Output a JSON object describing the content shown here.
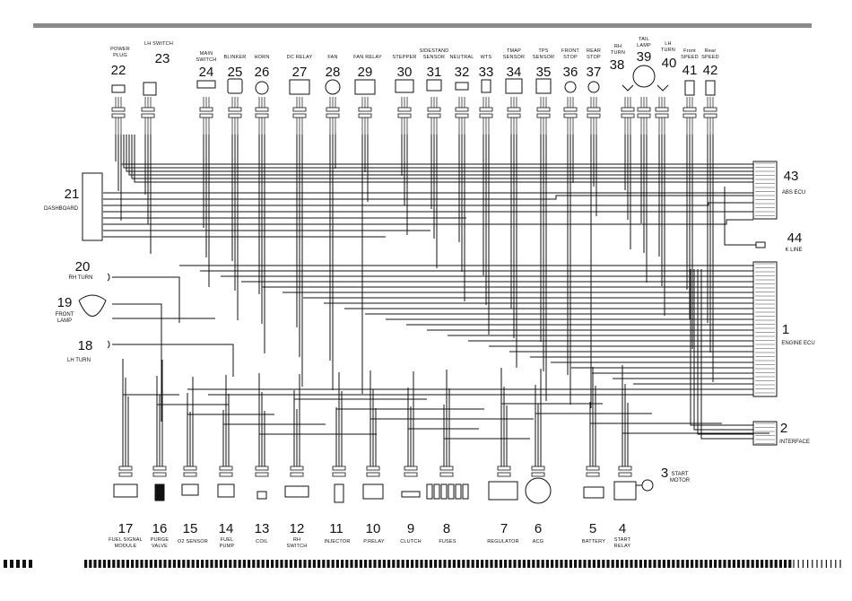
{
  "top_components": [
    {
      "num": "22",
      "label": [
        "POWER",
        "PLUG"
      ]
    },
    {
      "num": "23",
      "label": [
        "LH SWITCH"
      ]
    },
    {
      "num": "24",
      "label": [
        "MAIN",
        "SWITCH"
      ]
    },
    {
      "num": "25",
      "label": [
        "BLINKER"
      ]
    },
    {
      "num": "26",
      "label": [
        "HORN"
      ]
    },
    {
      "num": "27",
      "label": [
        "DC RELAY"
      ]
    },
    {
      "num": "28",
      "label": [
        "FAN"
      ]
    },
    {
      "num": "29",
      "label": [
        "FAN RELAY"
      ]
    },
    {
      "num": "30",
      "label": [
        "STEPPER"
      ]
    },
    {
      "num": "31",
      "label": [
        "SIDESTAND",
        "SENSOR"
      ]
    },
    {
      "num": "32",
      "label": [
        "NEUTRAL"
      ]
    },
    {
      "num": "33",
      "label": [
        "WTS"
      ]
    },
    {
      "num": "34",
      "label": [
        "TMAP",
        "SENSOR"
      ]
    },
    {
      "num": "35",
      "label": [
        "TPS",
        "SENSOR"
      ]
    },
    {
      "num": "36",
      "label": [
        "FRONT",
        "STOP"
      ]
    },
    {
      "num": "37",
      "label": [
        "REAR",
        "STOP"
      ]
    },
    {
      "num": "38",
      "label": [
        "RH",
        "TURN"
      ]
    },
    {
      "num": "39",
      "label": [
        "TAIL",
        "LAMP"
      ]
    },
    {
      "num": "40",
      "label": [
        "LH",
        "TURN"
      ]
    },
    {
      "num": "41",
      "label": [
        "Front",
        "SPEED"
      ]
    },
    {
      "num": "42",
      "label": [
        "Rear",
        "SPEED"
      ]
    }
  ],
  "bottom_components": [
    {
      "num": "17",
      "label": [
        "FUEL SIGNAL",
        "MODULE"
      ]
    },
    {
      "num": "16",
      "label": [
        "PURGE",
        "VALVE"
      ]
    },
    {
      "num": "15",
      "label": [
        "O2 SENSOR"
      ]
    },
    {
      "num": "14",
      "label": [
        "FUEL",
        "PUMP"
      ]
    },
    {
      "num": "13",
      "label": [
        "COIL"
      ]
    },
    {
      "num": "12",
      "label": [
        "RH",
        "SWITCH"
      ]
    },
    {
      "num": "11",
      "label": [
        "INJECTOR"
      ]
    },
    {
      "num": "10",
      "label": [
        "P.RELAY"
      ]
    },
    {
      "num": "9",
      "label": [
        "CLUTCH"
      ]
    },
    {
      "num": "8",
      "label": [
        "FUSES"
      ]
    },
    {
      "num": "7",
      "label": [
        "REGULATOR"
      ]
    },
    {
      "num": "6",
      "label": [
        "ACG"
      ]
    },
    {
      "num": "5",
      "label": [
        "BATTERY"
      ]
    },
    {
      "num": "4",
      "label": [
        "START",
        "RELAY"
      ]
    }
  ],
  "side_components": [
    {
      "num": "21",
      "label": [
        "DASHBOARD"
      ]
    },
    {
      "num": "20",
      "label": [
        "RH TURN"
      ]
    },
    {
      "num": "19",
      "label": [
        "FRONT",
        "LAMP"
      ]
    },
    {
      "num": "18",
      "label": [
        "LH TURN"
      ]
    },
    {
      "num": "43",
      "label": [
        "ABS ECU"
      ]
    },
    {
      "num": "44",
      "label": [
        "K LINE"
      ]
    },
    {
      "num": "1",
      "label": [
        "ENGINE ECU"
      ]
    },
    {
      "num": "2",
      "label": [
        "INTERFACE"
      ]
    },
    {
      "num": "3",
      "label": [
        "START",
        "MOTOR"
      ]
    }
  ],
  "colors": {
    "line": "#111111",
    "header_bar": "#8a8a8a",
    "background": "#ffffff"
  }
}
